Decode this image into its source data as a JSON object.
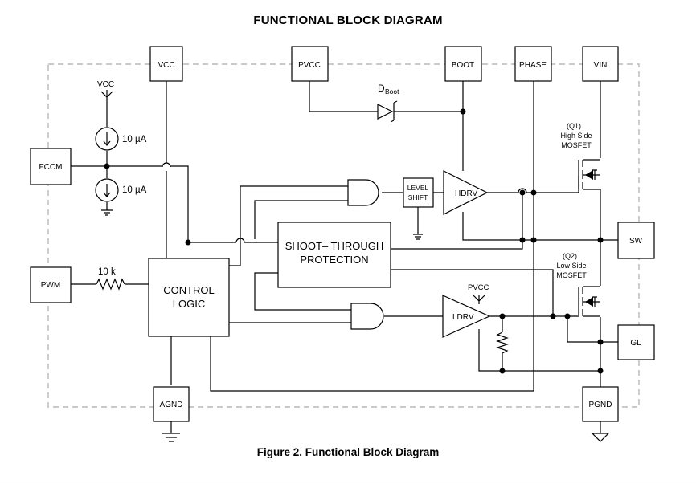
{
  "title": "FUNCTIONAL BLOCK DIAGRAM",
  "caption": "Figure 2. Functional Block Diagram",
  "pins": {
    "vcc": "VCC",
    "pvcc": "PVCC",
    "boot": "BOOT",
    "phase": "PHASE",
    "vin": "VIN",
    "fccm": "FCCM",
    "pwm": "PWM",
    "sw": "SW",
    "gl": "GL",
    "agnd": "AGND",
    "pgnd": "PGND"
  },
  "labels": {
    "vcc_supply": "VCC",
    "current_top": "10 µA",
    "current_bottom": "10 µA",
    "resistor": "10 k",
    "diode_main": "D",
    "diode_sub": "Boot",
    "level_shift_1": "LEVEL",
    "level_shift_2": "SHIFT",
    "hdrv": "HDRV",
    "ldrv": "LDRV",
    "pvcc_supply": "PVCC",
    "shoot_1": "SHOOT– THROUGH",
    "shoot_2": "PROTECTION",
    "control_1": "CONTROL",
    "control_2": "LOGIC",
    "q1_1": "(Q1)",
    "q1_2": "High Side",
    "q1_3": "MOSFET",
    "q2_1": "(Q2)",
    "q2_2": "Low Side",
    "q2_3": "MOSFET"
  }
}
